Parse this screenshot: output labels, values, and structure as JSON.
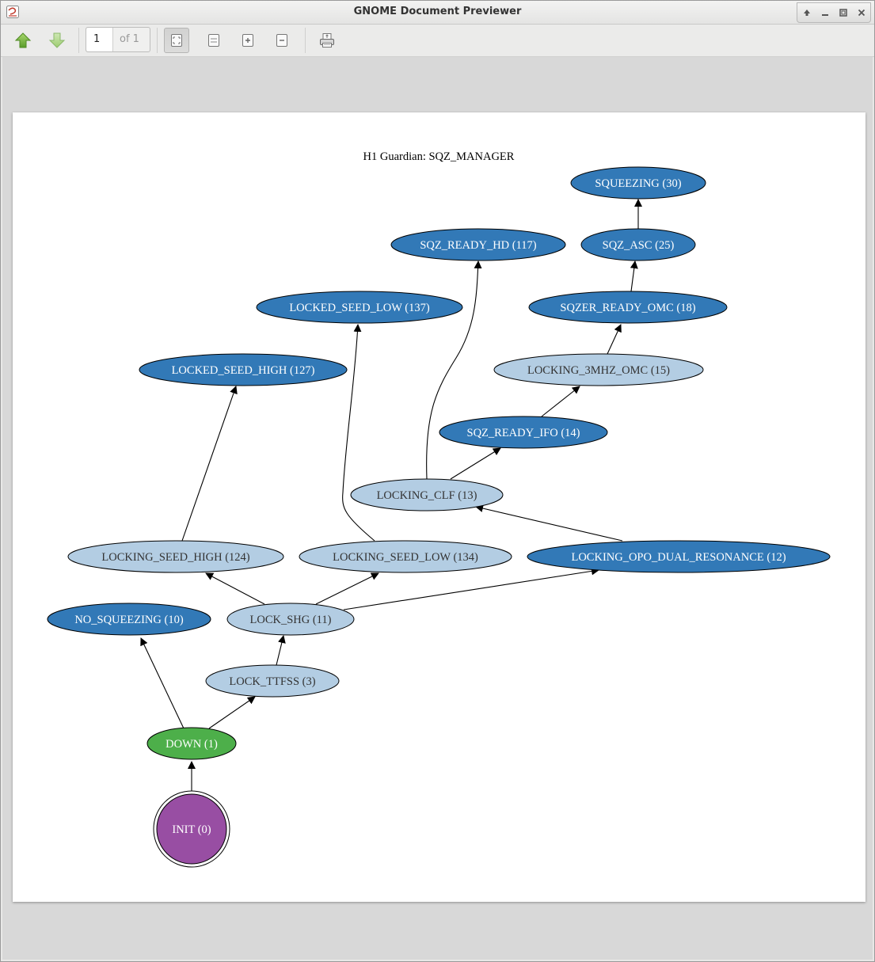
{
  "window": {
    "title": "GNOME Document Previewer"
  },
  "toolbar": {
    "prev_page": "go-up-icon",
    "next_page": "go-down-icon",
    "page_number": "1",
    "page_of": "of 1",
    "best_fit": "best-fit-icon",
    "fit_width": "fit-width-icon",
    "zoom_in": "zoom-in-icon",
    "zoom_out": "zoom-out-icon",
    "print": "print-icon"
  },
  "diagram": {
    "title": "H1 Guardian: SQZ_MANAGER",
    "colors": {
      "dark_blue": "#3279b7",
      "light_blue": "#b3cde3",
      "green": "#4daf4a",
      "purple": "#984ea3"
    },
    "nodes": {
      "init": "INIT (0)",
      "down": "DOWN (1)",
      "no_squeezing": "NO_SQUEEZING (10)",
      "lock_ttfss": "LOCK_TTFSS (3)",
      "lock_shg": "LOCK_SHG (11)",
      "locking_seed_high": "LOCKING_SEED_HIGH (124)",
      "locking_seed_low": "LOCKING_SEED_LOW (134)",
      "locking_opo": "LOCKING_OPO_DUAL_RESONANCE (12)",
      "locking_clf": "LOCKING_CLF (13)",
      "sqz_ready_ifo": "SQZ_READY_IFO (14)",
      "locking_3mhz_omc": "LOCKING_3MHZ_OMC (15)",
      "locked_seed_high": "LOCKED_SEED_HIGH (127)",
      "locked_seed_low": "LOCKED_SEED_LOW (137)",
      "sqzer_ready_omc": "SQZER_READY_OMC (18)",
      "sqz_ready_hd": "SQZ_READY_HD (117)",
      "sqz_asc": "SQZ_ASC (25)",
      "squeezing": "SQUEEZING (30)"
    },
    "edges": [
      [
        "init",
        "down"
      ],
      [
        "down",
        "no_squeezing"
      ],
      [
        "down",
        "lock_ttfss"
      ],
      [
        "lock_ttfss",
        "lock_shg"
      ],
      [
        "lock_shg",
        "locking_seed_high"
      ],
      [
        "lock_shg",
        "locking_seed_low"
      ],
      [
        "lock_shg",
        "locking_opo"
      ],
      [
        "locking_seed_high",
        "locked_seed_high"
      ],
      [
        "locking_seed_low",
        "locked_seed_low"
      ],
      [
        "locking_opo",
        "locking_clf"
      ],
      [
        "locking_clf",
        "sqz_ready_ifo"
      ],
      [
        "locking_clf",
        "sqz_ready_hd"
      ],
      [
        "sqz_ready_ifo",
        "locking_3mhz_omc"
      ],
      [
        "locking_3mhz_omc",
        "sqzer_ready_omc"
      ],
      [
        "sqzer_ready_omc",
        "sqz_asc"
      ],
      [
        "sqz_asc",
        "squeezing"
      ]
    ]
  }
}
